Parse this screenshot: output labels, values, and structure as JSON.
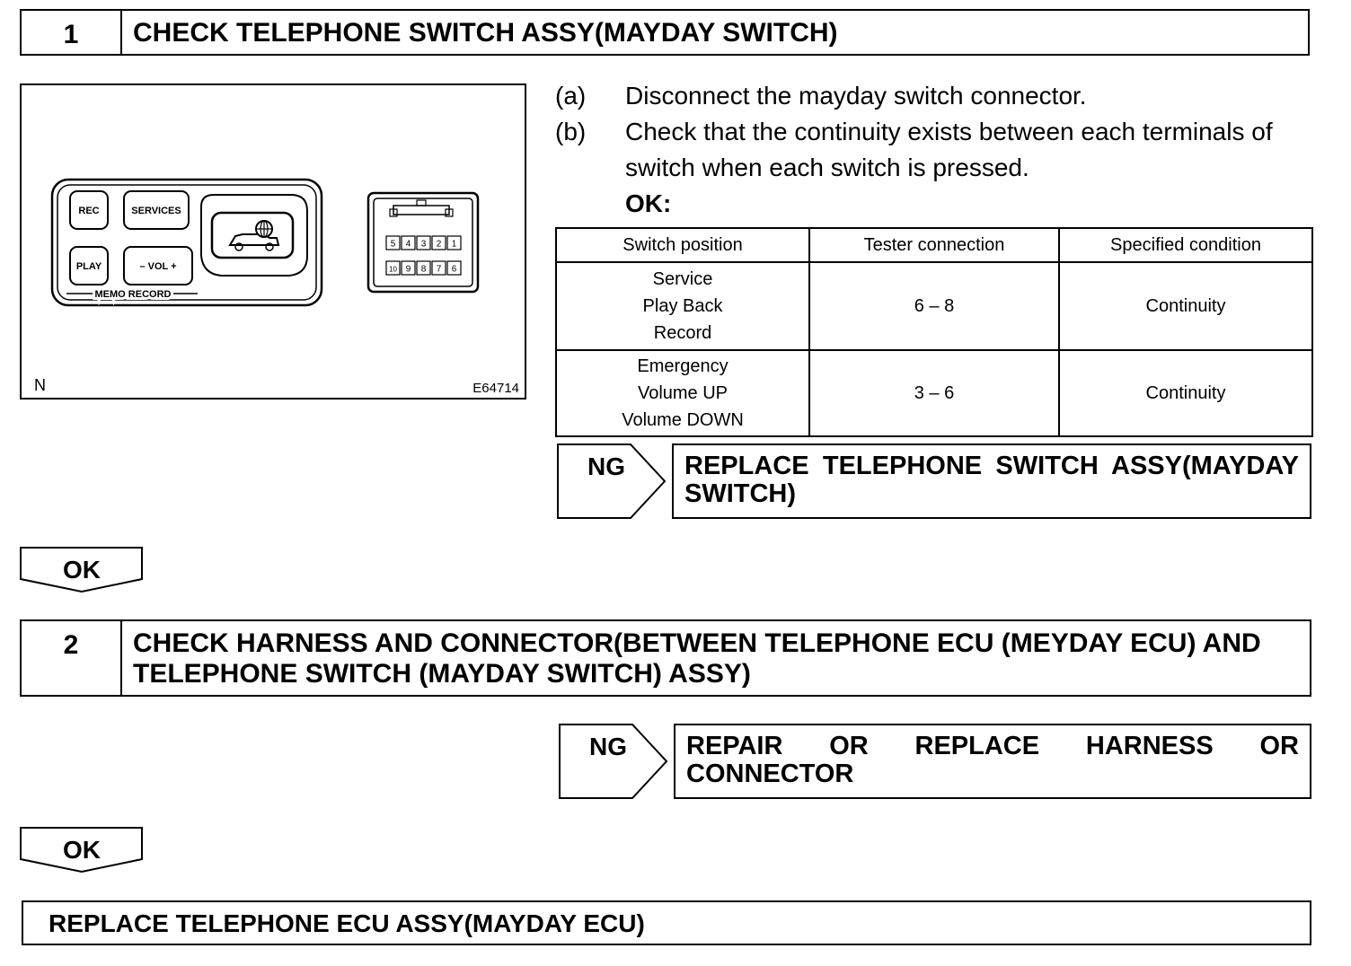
{
  "step1": {
    "number": "1",
    "title": "CHECK TELEPHONE SWITCH ASSY(MAYDAY SWITCH)",
    "figure": {
      "buttons": {
        "rec": "REC",
        "services": "SERVICES",
        "play": "PLAY",
        "vol": "– VOL +"
      },
      "panel_caption": "MEMO  RECORD",
      "connector_top": [
        "5",
        "4",
        "3",
        "2",
        "1"
      ],
      "connector_bottom": [
        "10",
        "9",
        "8",
        "7",
        "6"
      ],
      "corner_left": "N",
      "figure_id": "E64714",
      "icons": [
        "car-globe-icon",
        "connector-diagram"
      ]
    },
    "instructions": [
      {
        "label": "(a)",
        "text": "Disconnect the mayday switch connector."
      },
      {
        "label": "(b)",
        "text": "Check that the continuity exists between each terminals of switch when each switch is pressed."
      }
    ],
    "ok_label": "OK:",
    "table": {
      "headers": [
        "Switch position",
        "Tester connection",
        "Specified condition"
      ],
      "rows": [
        {
          "positions": [
            "Service",
            "Play Back",
            "Record"
          ],
          "connection": "6 – 8",
          "condition": "Continuity"
        },
        {
          "positions": [
            "Emergency",
            "Volume UP",
            "Volume DOWN"
          ],
          "connection": "3 – 6",
          "condition": "Continuity"
        }
      ]
    },
    "ng": {
      "tag": "NG",
      "action": "REPLACE TELEPHONE SWITCH ASSY(MAYDAY SWITCH)"
    },
    "ok_button": "OK"
  },
  "step2": {
    "number": "2",
    "title": "CHECK HARNESS AND CONNECTOR(BETWEEN TELEPHONE ECU (MEYDAY ECU) AND TELEPHONE SWITCH (MAYDAY SWITCH) ASSY)",
    "ng": {
      "tag": "NG",
      "action": "REPAIR OR REPLACE HARNESS OR CONNECTOR"
    },
    "ok_button": "OK"
  },
  "final": {
    "text": "REPLACE TELEPHONE ECU ASSY(MAYDAY ECU)"
  }
}
